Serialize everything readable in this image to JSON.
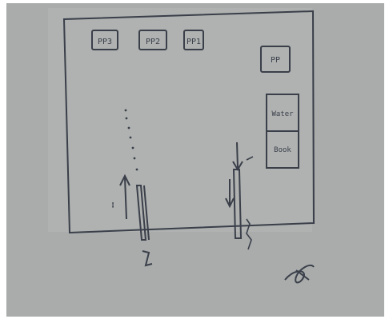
{
  "image": {
    "kind": "photo of hand-drawn sketch on paper",
    "colors": {
      "paper": "#a9acab",
      "paper_light": "#bdbfbe",
      "ink": "#3a3f4a",
      "frame": "#ffffff"
    }
  },
  "sketch": {
    "top_boxes": [
      {
        "label": "PP3"
      },
      {
        "label": "PP2"
      },
      {
        "label": "PP1"
      }
    ],
    "right_boxes": [
      {
        "label": "PP"
      },
      {
        "label": "Water"
      },
      {
        "label": "Book"
      }
    ],
    "handwriting": {
      "left_door_label": "...",
      "bottom_left_label": "...",
      "right_door_label": "...",
      "signature": "..."
    }
  }
}
